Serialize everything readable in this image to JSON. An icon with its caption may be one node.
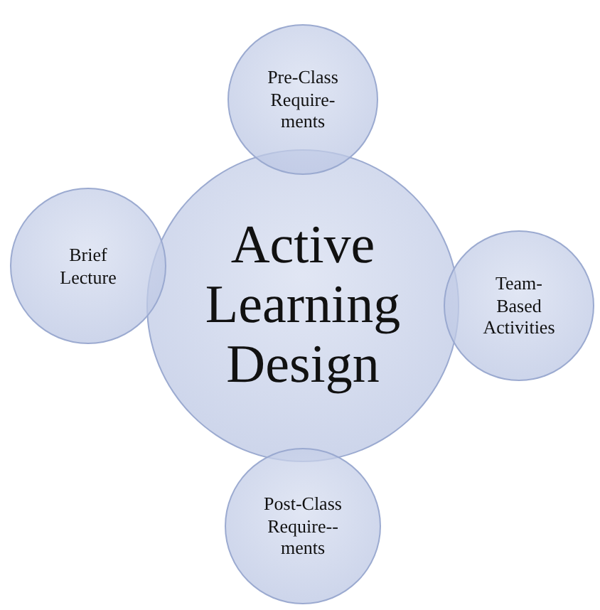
{
  "diagram": {
    "nodes": [
      {
        "text": [
          "Active Learning Design"
        ]
      },
      {
        "text": [
          "Pre-Class Require- ments"
        ]
      },
      {
        "text": [
          "Brief Lecture"
        ]
      },
      {
        "text": [
          "Team- Based Activities"
        ]
      },
      {
        "text": [
          "Post-Class Require-- ments"
        ]
      }
    ]
  }
}
